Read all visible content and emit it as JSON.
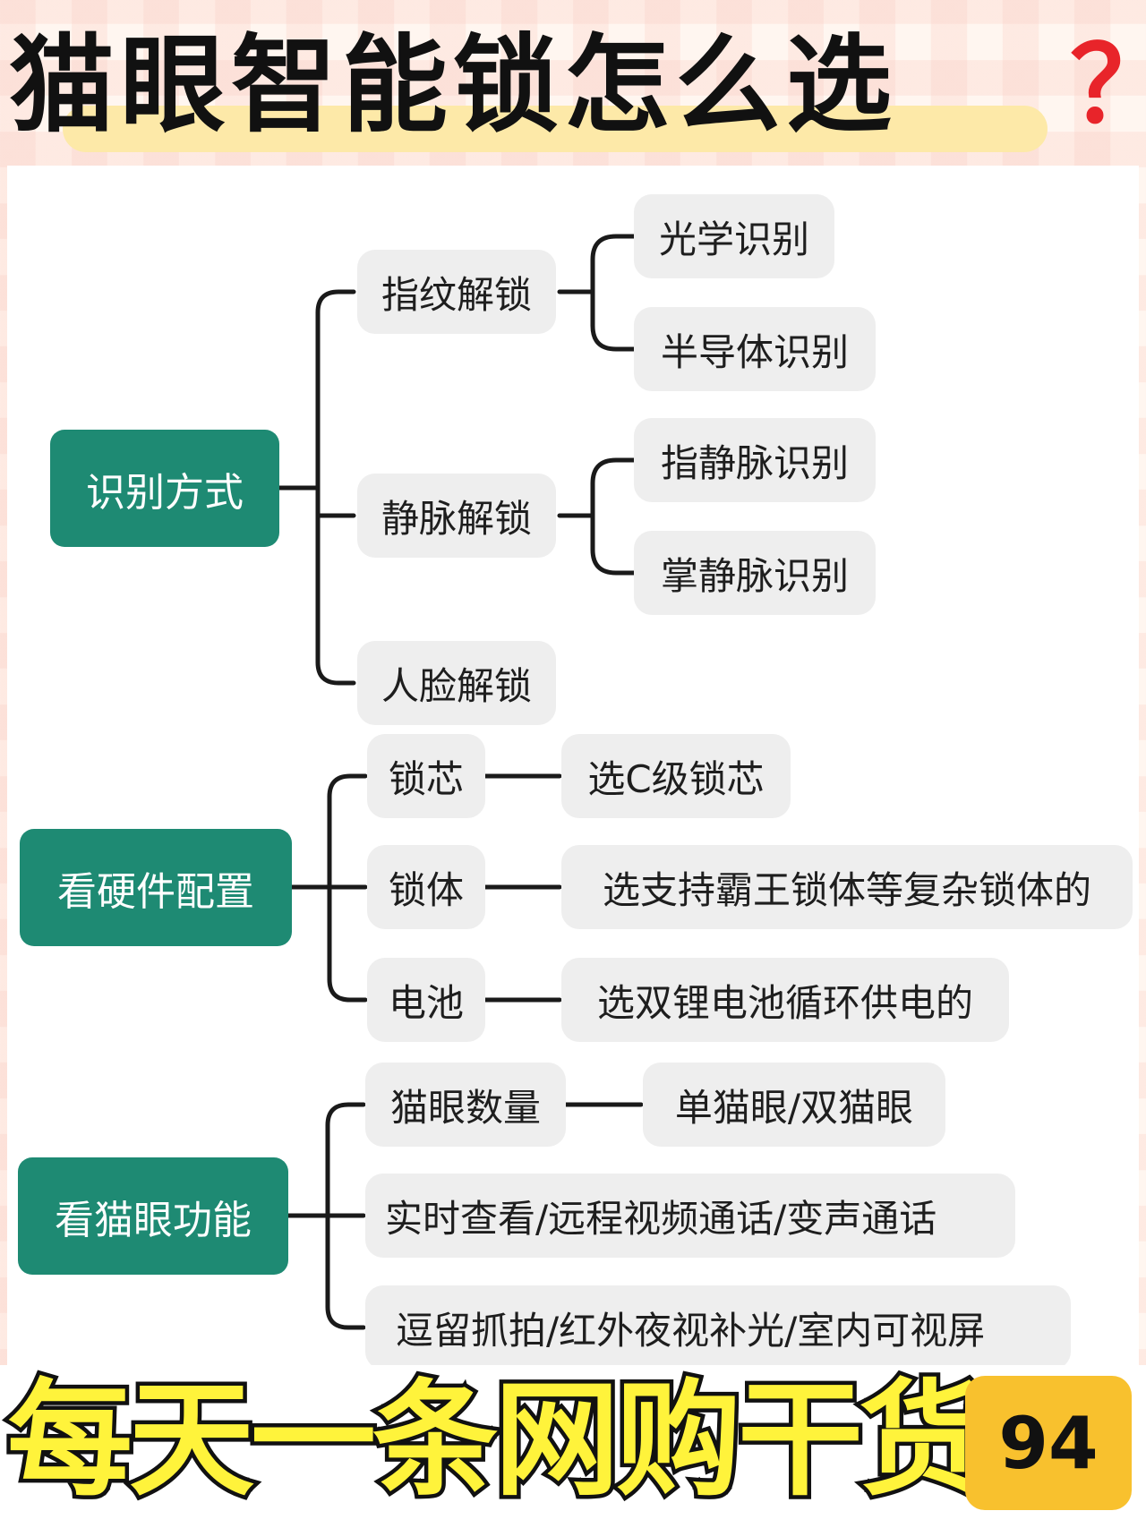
{
  "title": {
    "text": "猫眼智能锁怎么选",
    "question_mark": "？"
  },
  "mindmap": {
    "groups": [
      {
        "root": "识别方式",
        "branches": [
          {
            "label": "指纹解锁",
            "leaves": [
              "光学识别",
              "半导体识别"
            ]
          },
          {
            "label": "静脉解锁",
            "leaves": [
              "指静脉识别",
              "掌静脉识别"
            ]
          },
          {
            "label": "人脸解锁",
            "leaves": []
          }
        ]
      },
      {
        "root": "看硬件配置",
        "branches": [
          {
            "label": "锁芯",
            "leaves": [
              "选C级锁芯"
            ]
          },
          {
            "label": "锁体",
            "leaves": [
              "选支持霸王锁体等复杂锁体的"
            ]
          },
          {
            "label": "电池",
            "leaves": [
              "选双锂电池循环供电的"
            ]
          }
        ]
      },
      {
        "root": "看猫眼功能",
        "branches": [
          {
            "label": "猫眼数量",
            "leaves": [
              "单猫眼/双猫眼"
            ]
          },
          {
            "label": "实时查看/远程视频通话/变声通话",
            "leaves": []
          },
          {
            "label": "逗留抓拍/红外夜视补光/室内可视屏",
            "leaves": []
          }
        ]
      }
    ]
  },
  "footer": {
    "slogan": "每天一条网购干货",
    "badge": "94"
  },
  "colors": {
    "root_fill": "#1e8a73",
    "node_fill": "#eeeeee",
    "connector": "#1a1a1a",
    "slogan_fill": "#fff33b",
    "badge_fill": "#f8c12e",
    "question_mark": "#e8242a"
  }
}
